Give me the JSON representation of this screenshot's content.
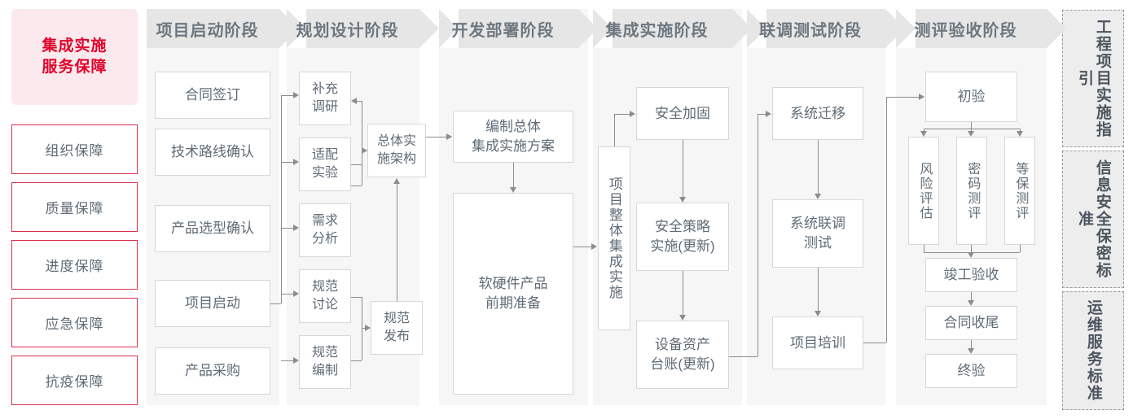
{
  "left_panel": {
    "hero": {
      "line1": "集成实施",
      "line2": "服务保障",
      "bg": "#fce9ee",
      "fg": "#e1032a"
    },
    "items": [
      {
        "label": "组织保障"
      },
      {
        "label": "质量保障"
      },
      {
        "label": "进度保障"
      },
      {
        "label": "应急保障"
      },
      {
        "label": "抗疫保障"
      }
    ]
  },
  "stages": [
    {
      "title": "项目启动阶段"
    },
    {
      "title": "规划设计阶段"
    },
    {
      "title": "开发部署阶段"
    },
    {
      "title": "集成实施阶段"
    },
    {
      "title": "联调测试阶段"
    },
    {
      "title": "测评验收阶段"
    }
  ],
  "nodes": {
    "s1": [
      {
        "label": "合同签订"
      },
      {
        "label": "技术路线确认"
      },
      {
        "label": "产品选型确认"
      },
      {
        "label": "项目启动"
      },
      {
        "label": "产品采购"
      }
    ],
    "s2": [
      {
        "label": "补充\n调研"
      },
      {
        "label": "适配\n实验"
      },
      {
        "label": "需求\n分析"
      },
      {
        "label": "规范\n讨论"
      },
      {
        "label": "规范\n编制"
      },
      {
        "label": "总体实\n施架构"
      },
      {
        "label": "规范\n发布"
      }
    ],
    "s3": [
      {
        "label": "编制总体\n集成实施方案"
      },
      {
        "label": "软硬件产品\n前期准备"
      }
    ],
    "s4": [
      {
        "label": "项目整体集成实施"
      },
      {
        "label": "安全加固"
      },
      {
        "label": "安全策略\n实施(更新)"
      },
      {
        "label": "设备资产\n台账(更新)"
      }
    ],
    "s5": [
      {
        "label": "系统迁移"
      },
      {
        "label": "系统联调\n测试"
      },
      {
        "label": "项目培训"
      }
    ],
    "s6": [
      {
        "label": "初验"
      },
      {
        "label": "风险评估"
      },
      {
        "label": "密码测评"
      },
      {
        "label": "等保测评"
      },
      {
        "label": "竣工验收"
      },
      {
        "label": "合同收尾"
      },
      {
        "label": "终验"
      }
    ]
  },
  "right_panel": {
    "items": [
      {
        "label": "工程项目实施指引"
      },
      {
        "label": "信息安全保密标准"
      },
      {
        "label": "运维服务标准"
      }
    ]
  },
  "theme": {
    "node_border": "#d7d7d7",
    "stage_header_bg": "#e6e6e6",
    "stage_body_bg": "#f6f6f6",
    "connector": "#8c8c8c",
    "text": "#5f6b76"
  }
}
